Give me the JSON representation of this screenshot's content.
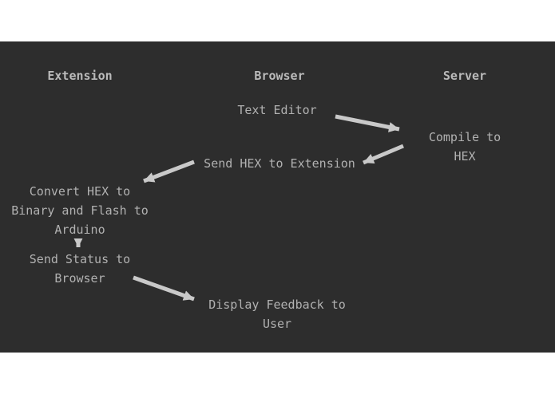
{
  "colors": {
    "page_background": "#ffffff",
    "diagram_background": "#2d2d2d",
    "header_text": "#bababa",
    "node_text": "#b1b1b1",
    "arrow": "#c9c9c9"
  },
  "diagram": {
    "columns": [
      {
        "label": "Extension"
      },
      {
        "label": "Browser"
      },
      {
        "label": "Server"
      }
    ],
    "nodes": [
      {
        "id": "text-editor",
        "column": "Browser",
        "label": "Text Editor"
      },
      {
        "id": "compile-to-hex",
        "column": "Server",
        "label": "Compile to HEX"
      },
      {
        "id": "send-hex-to-extension",
        "column": "Browser",
        "label": "Send HEX to Extension"
      },
      {
        "id": "convert-hex-flash",
        "column": "Extension",
        "label": "Convert HEX to\nBinary and Flash to\nArduino"
      },
      {
        "id": "send-status-to-browser",
        "column": "Extension",
        "label": "Send Status to\nBrowser"
      },
      {
        "id": "display-feedback",
        "column": "Browser",
        "label": "Display Feedback to\nUser"
      }
    ],
    "arrows": [
      {
        "from": "text-editor",
        "to": "compile-to-hex"
      },
      {
        "from": "compile-to-hex",
        "to": "send-hex-to-extension"
      },
      {
        "from": "send-hex-to-extension",
        "to": "convert-hex-flash"
      },
      {
        "from": "convert-hex-flash",
        "to": "send-status-to-browser"
      },
      {
        "from": "send-status-to-browser",
        "to": "display-feedback"
      }
    ]
  }
}
